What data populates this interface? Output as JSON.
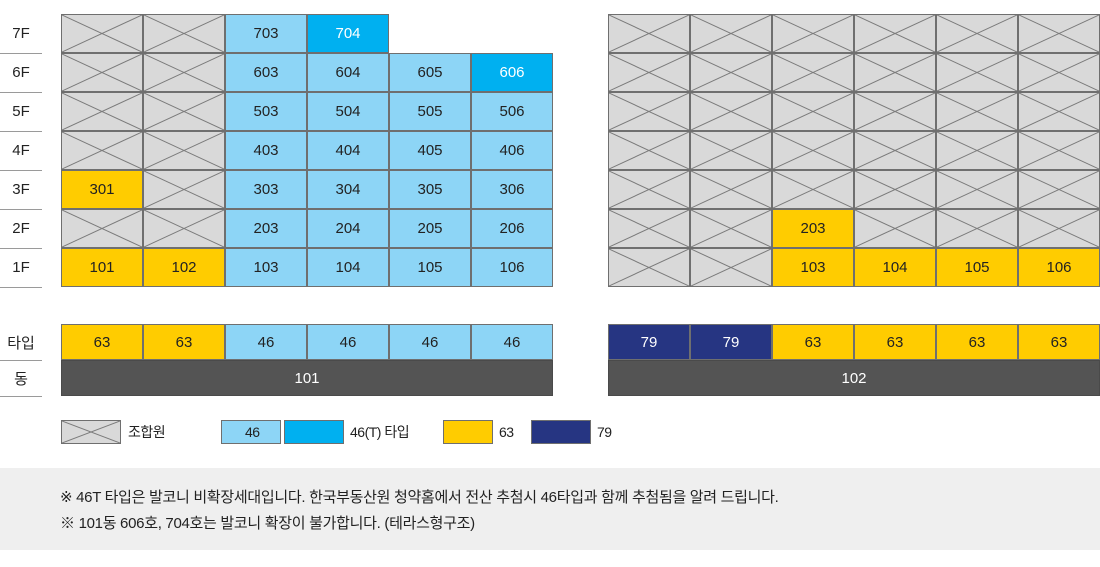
{
  "floors": [
    "7F",
    "6F",
    "5F",
    "4F",
    "3F",
    "2F",
    "1F"
  ],
  "row_labels": {
    "type": "타입",
    "building": "동"
  },
  "buildings": [
    {
      "name": "101",
      "types": [
        "63",
        "63",
        "46",
        "46",
        "46",
        "46"
      ],
      "type_classes": [
        "t63",
        "t63",
        "t46",
        "t46",
        "t46",
        "t46"
      ],
      "grid": [
        [
          {
            "k": "member"
          },
          {
            "k": "member"
          },
          {
            "k": "t46",
            "v": "703"
          },
          {
            "k": "t46T",
            "v": "704"
          },
          {
            "k": "none"
          },
          {
            "k": "none"
          }
        ],
        [
          {
            "k": "member"
          },
          {
            "k": "member"
          },
          {
            "k": "t46",
            "v": "603"
          },
          {
            "k": "t46",
            "v": "604"
          },
          {
            "k": "t46",
            "v": "605"
          },
          {
            "k": "t46T",
            "v": "606"
          }
        ],
        [
          {
            "k": "member"
          },
          {
            "k": "member"
          },
          {
            "k": "t46",
            "v": "503"
          },
          {
            "k": "t46",
            "v": "504"
          },
          {
            "k": "t46",
            "v": "505"
          },
          {
            "k": "t46",
            "v": "506"
          }
        ],
        [
          {
            "k": "member"
          },
          {
            "k": "member"
          },
          {
            "k": "t46",
            "v": "403"
          },
          {
            "k": "t46",
            "v": "404"
          },
          {
            "k": "t46",
            "v": "405"
          },
          {
            "k": "t46",
            "v": "406"
          }
        ],
        [
          {
            "k": "t63",
            "v": "301"
          },
          {
            "k": "member"
          },
          {
            "k": "t46",
            "v": "303"
          },
          {
            "k": "t46",
            "v": "304"
          },
          {
            "k": "t46",
            "v": "305"
          },
          {
            "k": "t46",
            "v": "306"
          }
        ],
        [
          {
            "k": "member"
          },
          {
            "k": "member"
          },
          {
            "k": "t46",
            "v": "203"
          },
          {
            "k": "t46",
            "v": "204"
          },
          {
            "k": "t46",
            "v": "205"
          },
          {
            "k": "t46",
            "v": "206"
          }
        ],
        [
          {
            "k": "t63",
            "v": "101"
          },
          {
            "k": "t63",
            "v": "102"
          },
          {
            "k": "t46",
            "v": "103"
          },
          {
            "k": "t46",
            "v": "104"
          },
          {
            "k": "t46",
            "v": "105"
          },
          {
            "k": "t46",
            "v": "106"
          }
        ]
      ]
    },
    {
      "name": "102",
      "types": [
        "79",
        "79",
        "63",
        "63",
        "63",
        "63"
      ],
      "type_classes": [
        "t79",
        "t79",
        "t63",
        "t63",
        "t63",
        "t63"
      ],
      "grid": [
        [
          {
            "k": "member"
          },
          {
            "k": "member"
          },
          {
            "k": "member"
          },
          {
            "k": "member"
          },
          {
            "k": "member"
          },
          {
            "k": "member"
          }
        ],
        [
          {
            "k": "member"
          },
          {
            "k": "member"
          },
          {
            "k": "member"
          },
          {
            "k": "member"
          },
          {
            "k": "member"
          },
          {
            "k": "member"
          }
        ],
        [
          {
            "k": "member"
          },
          {
            "k": "member"
          },
          {
            "k": "member"
          },
          {
            "k": "member"
          },
          {
            "k": "member"
          },
          {
            "k": "member"
          }
        ],
        [
          {
            "k": "member"
          },
          {
            "k": "member"
          },
          {
            "k": "member"
          },
          {
            "k": "member"
          },
          {
            "k": "member"
          },
          {
            "k": "member"
          }
        ],
        [
          {
            "k": "member"
          },
          {
            "k": "member"
          },
          {
            "k": "member"
          },
          {
            "k": "member"
          },
          {
            "k": "member"
          },
          {
            "k": "member"
          }
        ],
        [
          {
            "k": "member"
          },
          {
            "k": "member"
          },
          {
            "k": "t63",
            "v": "203"
          },
          {
            "k": "member"
          },
          {
            "k": "member"
          },
          {
            "k": "member"
          }
        ],
        [
          {
            "k": "member"
          },
          {
            "k": "member"
          },
          {
            "k": "t63",
            "v": "103"
          },
          {
            "k": "t63",
            "v": "104"
          },
          {
            "k": "t63",
            "v": "105"
          },
          {
            "k": "t63",
            "v": "106"
          }
        ]
      ]
    }
  ],
  "legend": [
    {
      "k": "member",
      "label": "조합원"
    },
    {
      "k": "t46",
      "label": "46"
    },
    {
      "k": "t46T",
      "label": "46(T) 타입"
    },
    {
      "k": "t63",
      "label": "63"
    },
    {
      "k": "t79",
      "label": "79"
    }
  ],
  "colors": {
    "member": "#d9d9d9",
    "t46": "#8dd5f6",
    "t46T": "#00b0f0",
    "t63": "#ffcc00",
    "t79": "#263582",
    "building_bar": "#545454"
  },
  "notes": [
    "※ 46T 타입은 발코니 비확장세대입니다. 한국부동산원 청약홈에서 전산 추첨시 46타입과 함께 추첨됨을 알려 드립니다.",
    "※ 101동 606호, 704호는 발코니 확장이 불가합니다. (테라스형구조)"
  ]
}
